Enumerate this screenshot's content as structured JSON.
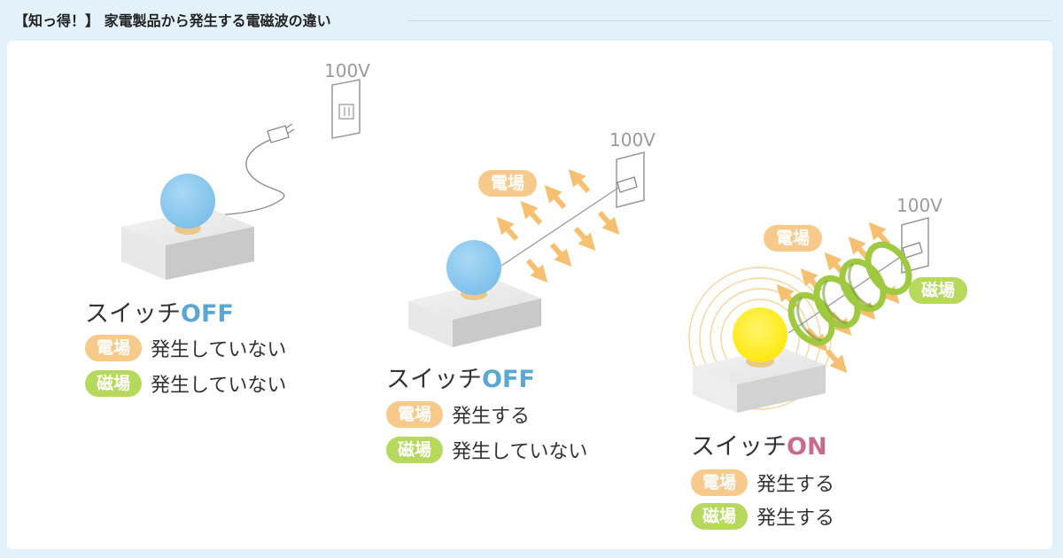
{
  "header": {
    "title": "【知っ得！】 家電製品から発生する電磁波の違い"
  },
  "scenes": [
    {
      "voltage": "100V",
      "switch_label": "スイッチ",
      "switch_state": "OFF",
      "electric": {
        "label": "電場",
        "status": "発生していない"
      },
      "magnetic": {
        "label": "磁場",
        "status": "発生していない"
      }
    },
    {
      "voltage": "100V",
      "switch_label": "スイッチ",
      "switch_state": "OFF",
      "field_tag": "電場",
      "electric": {
        "label": "電場",
        "status": "発生する"
      },
      "magnetic": {
        "label": "磁場",
        "status": "発生していない"
      }
    },
    {
      "voltage": "100V",
      "switch_label": "スイッチ",
      "switch_state": "ON",
      "field_tag_electric": "電場",
      "field_tag_magnetic": "磁場",
      "electric": {
        "label": "電場",
        "status": "発生する"
      },
      "magnetic": {
        "label": "磁場",
        "status": "発生する"
      }
    }
  ],
  "colors": {
    "background": "#e3f1fa",
    "electric_pill": "#f7c98a",
    "magnetic_pill": "#b6d85c",
    "off_text": "#5aa7d4",
    "on_text": "#c96a8a",
    "bulb_off": "#8fcaf0",
    "bulb_on": "#ffee1a",
    "arrow": "#f6c070",
    "coil": "#9fc940"
  },
  "icons": [
    "light-bulb-icon",
    "wall-outlet-icon",
    "plug-icon",
    "electric-field-arrow-icon",
    "magnetic-coil-icon"
  ]
}
